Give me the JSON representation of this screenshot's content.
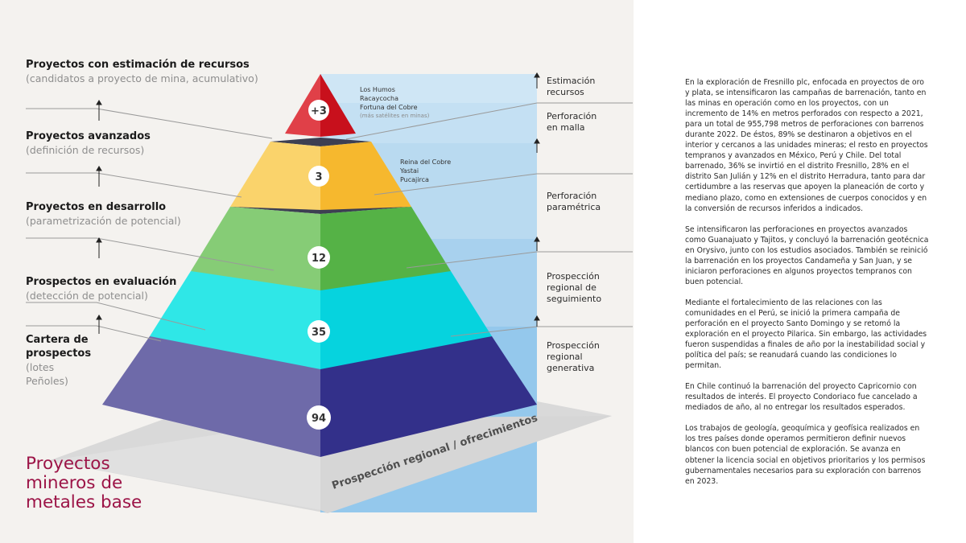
{
  "diagram": {
    "heading_lines": [
      "Proyectos",
      "mineros de",
      "metales base"
    ],
    "base_label": "Prospección regional / ofrecimientos",
    "tiers": [
      {
        "title": "Proyectos con estimación de recursos",
        "subtitle": "(candidatos a proyecto de mina, acumulativo)",
        "count": "+3",
        "color": "#d9232f"
      },
      {
        "title": "Proyectos avanzados",
        "subtitle": "(definición de recursos)",
        "count": "3",
        "color": "#f9c13a"
      },
      {
        "title": "Proyectos en desarrollo",
        "subtitle": "(parametrización de potencial)",
        "count": "12",
        "color": "#68c152"
      },
      {
        "title": "Prospectos en evaluación",
        "subtitle": "(detección de potencial)",
        "count": "35",
        "color": "#0fe6e6"
      },
      {
        "title": "Cartera de prospectos",
        "subtitle": "(lotes Peñoles)",
        "count": "94",
        "color": "#4a47a3"
      }
    ],
    "stages": [
      {
        "label": "Estimación recursos"
      },
      {
        "label": "Perforación en malla"
      },
      {
        "label": "Perforación paramétrica"
      },
      {
        "label": "Prospección regional de seguimiento"
      },
      {
        "label": "Prospección regional generativa"
      }
    ],
    "top_projects": [
      "Los Humos",
      "Racaycocha",
      "Fortuna del Cobre"
    ],
    "top_projects_note": "(más satélites en minas)",
    "advanced_projects": [
      "Reina del Cobre",
      "Yastai",
      "Pucajirca"
    ]
  },
  "article": {
    "paragraphs": [
      "En la exploración de Fresnillo plc, enfocada en proyectos de oro y plata, se intensificaron las campañas de barrenación, tanto en las minas en operación como en los proyectos, con un incremento de 14% en metros perforados con respecto a 2021, para un total de 955,798 metros de perforaciones con barrenos durante 2022. De éstos, 89% se destinaron a objetivos en el interior y cercanos a las unidades mineras; el resto en proyectos tempranos y avanzados en México, Perú y Chile. Del total barrenado, 36% se invirtió en el distrito Fresnillo, 28% en el distrito San Julián y 12% en el distrito Herradura, tanto para dar certidumbre a las reservas que apoyen la planeación de corto y mediano plazo, como en extensiones de cuerpos conocidos y en la conversión de recursos inferidos a indicados.",
      "Se intensificaron las perforaciones en proyectos avanzados como Guanajuato y Tajitos, y concluyó la barrenación geotécnica en Orysivo, junto con los estudios asociados. También se reinició la barrenación en los proyectos Candameña y San Juan, y se iniciaron perforaciones en algunos proyectos tempranos con buen potencial.",
      "Mediante el fortalecimiento de las relaciones con las comunidades en el Perú, se inició la primera campaña de perforación en el proyecto Santo Domingo y se retomó la exploración en el proyecto Pilarica. Sin embargo, las actividades fueron suspendidas a finales de año por la inestabilidad social y política del país; se reanudará cuando las condiciones lo permitan.",
      "En Chile continuó la barrenación del proyecto Capricornio con resultados de interés. El proyecto Condoriaco fue cancelado a mediados de año, al no entregar los resultados esperados.",
      "Los trabajos de geología, geoquímica y geofísica realizados en los tres países donde operamos permitieron definir nuevos blancos con buen potencial de exploración. Se avanza en obtener la licencia social en objetivos prioritarios y los permisos gubernamentales necesarios para su exploración con barrenos en 2023."
    ]
  }
}
